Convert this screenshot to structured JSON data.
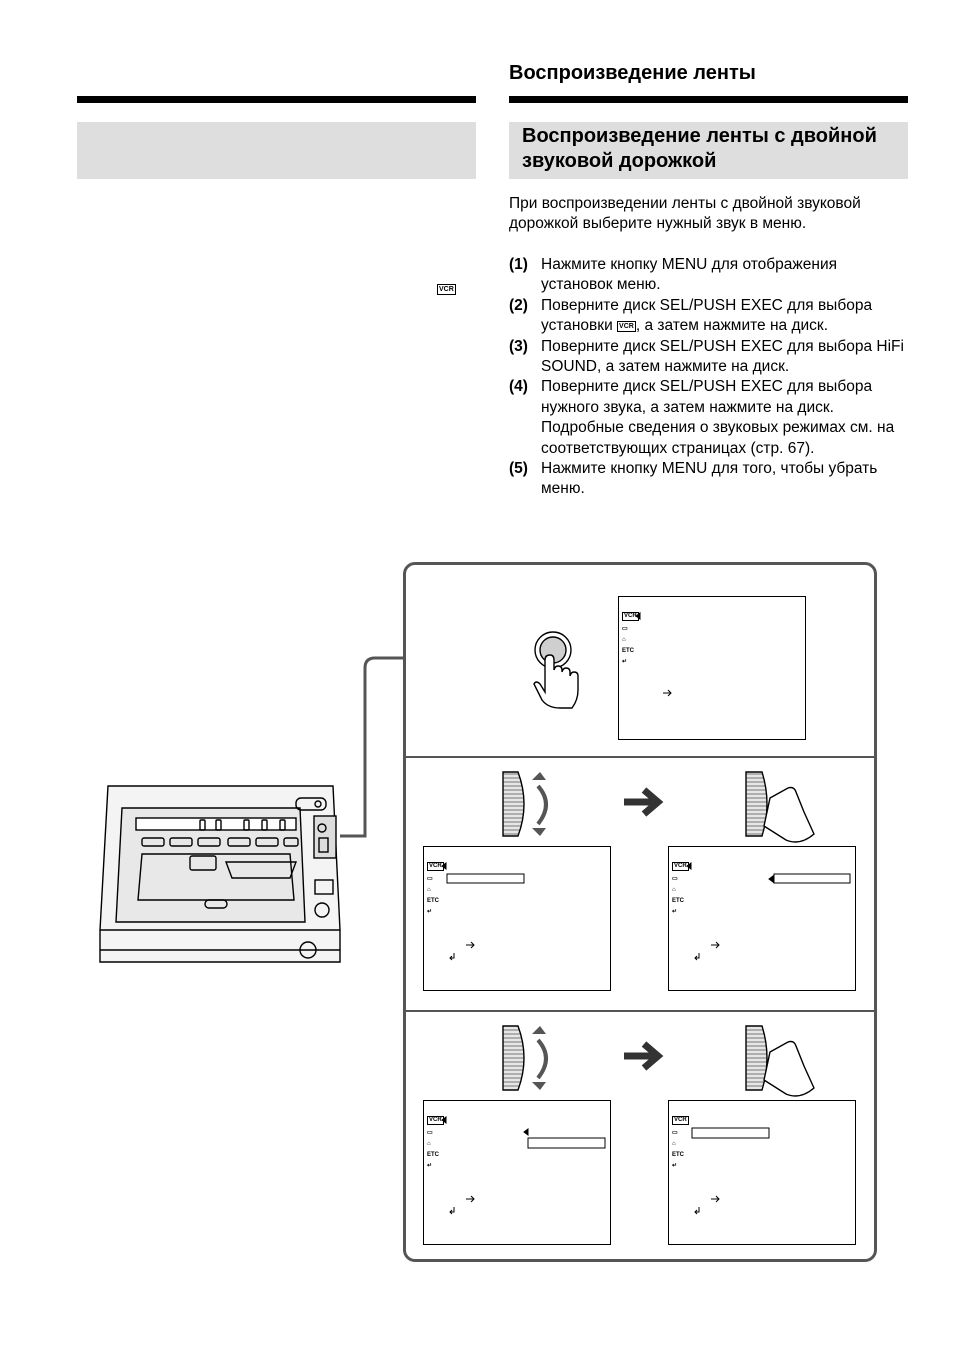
{
  "header": {
    "section_title": "Воспроизведение ленты",
    "band_title": "Воспроизведение ленты с двойной звуковой дорожкой"
  },
  "intro": "При воспроизведении ленты с двойной звуковой дорожкой выберите нужный звук в меню.",
  "steps": [
    {
      "num": "(1)",
      "text": "Нажмите кнопку MENU для отображения установок меню."
    },
    {
      "num": "(2)",
      "text_before": "Поверните диск SEL/PUSH EXEC для выбора установки ",
      "text_after": ", а затем нажмите на диск."
    },
    {
      "num": "(3)",
      "text": "Поверните диск SEL/PUSH EXEC для выбора HiFi SOUND, а затем нажмите на диск."
    },
    {
      "num": "(4)",
      "text": "Поверните диск SEL/PUSH EXEC для выбора нужного звука, а затем нажмите на диск.",
      "note": "Подробные сведения о звуковых режимах см. на соответствующих страницах (стр. 67)."
    },
    {
      "num": "(5)",
      "text": "Нажмите кнопку MENU для того, чтобы убрать меню."
    }
  ],
  "menu_icons": {
    "vcr": "VCR",
    "etc": "ETC"
  },
  "colors": {
    "rule": "#000000",
    "band": "#dedede",
    "panel_border": "#555555"
  }
}
